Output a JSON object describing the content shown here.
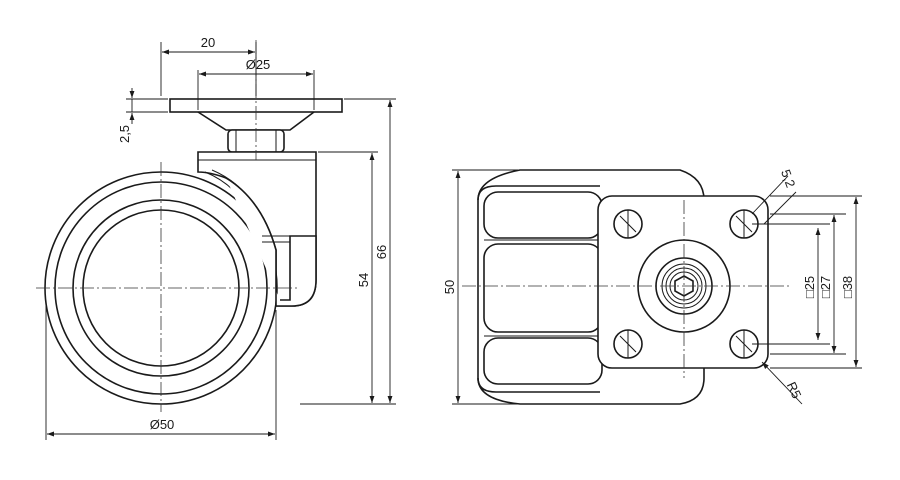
{
  "colors": {
    "line": "#1a1a1a",
    "background": "#ffffff"
  },
  "side_view": {
    "dim_top_offset": "20",
    "dim_stem_dia": "Ø25",
    "dim_plate_thickness": "2,5",
    "dim_height_total": "66",
    "dim_axle_height": "54",
    "dim_wheel_dia": "Ø50"
  },
  "top_view": {
    "dim_width": "50",
    "dim_hole_dia": "5,2",
    "dim_hole_square_inner": "□25",
    "dim_hole_square_mid": "□27",
    "dim_plate_square": "□38",
    "dim_corner_radius": "R5"
  }
}
